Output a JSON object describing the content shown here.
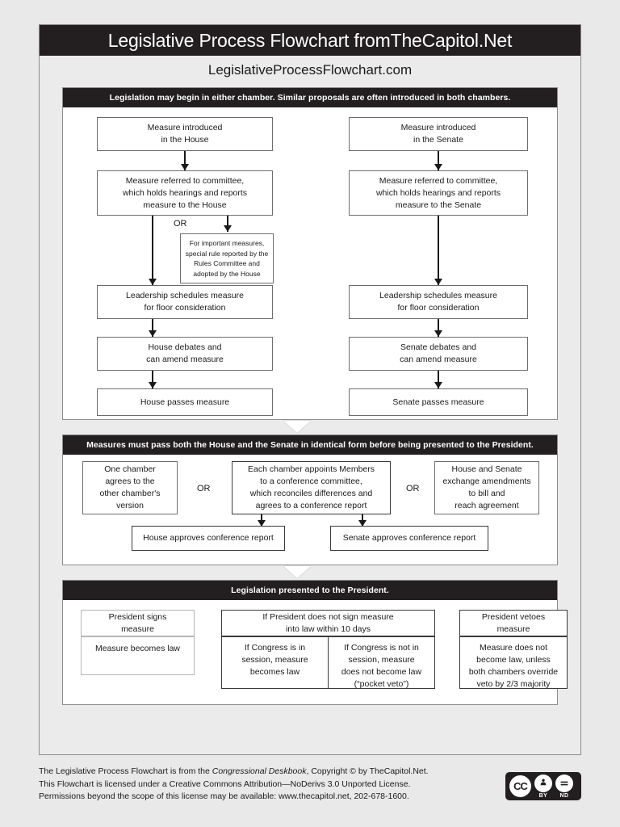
{
  "header": {
    "title": "Legislative Process Flowchart fromTheCapitol.Net",
    "subtitle": "LegislativeProcessFlowchart.com"
  },
  "section1": {
    "banner": "Legislation may begin in either chamber. Similar proposals are often introduced in both chambers.",
    "or_label": "OR",
    "house": {
      "introduced": "Measure introduced\nin the House",
      "introduced_l1": "Measure introduced",
      "introduced_l2": "in the House",
      "referred_l1": "Measure referred to committee,",
      "referred_l2": "which holds hearings and reports",
      "referred_l3": "measure to the House",
      "rules_l1": "For important measures,",
      "rules_l2": "special rule reported by the",
      "rules_l3": "Rules Committee and",
      "rules_l4": "adopted by the House",
      "leadership_l1": "Leadership schedules measure",
      "leadership_l2": "for floor consideration",
      "debates_l1": "House debates and",
      "debates_l2": "can amend measure",
      "passes": "House passes measure"
    },
    "senate": {
      "introduced_l1": "Measure introduced",
      "introduced_l2": "in the Senate",
      "referred_l1": "Measure referred to committee,",
      "referred_l2": "which holds hearings and reports",
      "referred_l3": "measure to the Senate",
      "leadership_l1": "Leadership schedules measure",
      "leadership_l2": "for floor consideration",
      "debates_l1": "Senate debates and",
      "debates_l2": "can amend measure",
      "passes": "Senate passes measure"
    }
  },
  "section2": {
    "banner": "Measures must pass both the House and the Senate in identical form before being presented to the President.",
    "or_label_1": "OR",
    "or_label_2": "OR",
    "one_chamber_l1": "One chamber",
    "one_chamber_l2": "agrees to the",
    "one_chamber_l3": "other chamber's",
    "one_chamber_l4": "version",
    "conference_l1": "Each chamber appoints Members",
    "conference_l2": "to a conference committee,",
    "conference_l3": "which reconciles differences and",
    "conference_l4": "agrees to a conference report",
    "exchange_l1": "House and Senate",
    "exchange_l2": "exchange amendments",
    "exchange_l3": "to bill and",
    "exchange_l4": "reach agreement",
    "house_approves": "House approves conference report",
    "senate_approves": "Senate approves conference report"
  },
  "section3": {
    "banner": "Legislation presented to the President.",
    "signs_l1": "President signs",
    "signs_l2": "measure",
    "becomes_law": "Measure becomes law",
    "nosign_l1": "If President does not sign measure",
    "nosign_l2": "into law within 10 days",
    "insession_l1": "If Congress is in",
    "insession_l2": "session, measure",
    "insession_l3": "becomes law",
    "notinsession_l1": "If Congress is not in",
    "notinsession_l2": "session, measure",
    "notinsession_l3": "does not become law",
    "notinsession_l4": "(“pocket veto”)",
    "vetoes_l1": "President vetoes",
    "vetoes_l2": "measure",
    "veto_result_l1": "Measure does not",
    "veto_result_l2": "become law, unless",
    "veto_result_l3": "both chambers override",
    "veto_result_l4": "veto by 2/3 majority"
  },
  "footer": {
    "line1_a": "The Legislative Process Flowchart is from the ",
    "line1_b": "Congressional Deskbook",
    "line1_c": ", Copyright © by TheCapitol.Net.",
    "line2": "This Flowchart is licensed under a Creative Commons Attribution—NoDerivs 3.0 Unported License.",
    "line3": "Permissions beyond the scope of this license may be available: www.thecapitol.net, 202-678-1600."
  },
  "cc_badge": {
    "cc": "CC",
    "by_label": "BY",
    "nd_label": "ND",
    "by_glyph": "i",
    "nd_glyph": "="
  },
  "colors": {
    "banner_bg": "#231f20",
    "page_bg": "#e9e9e9",
    "panel_bg": "#ffffff",
    "box_border": "#6d6d6d",
    "text": "#1a1a1a"
  }
}
